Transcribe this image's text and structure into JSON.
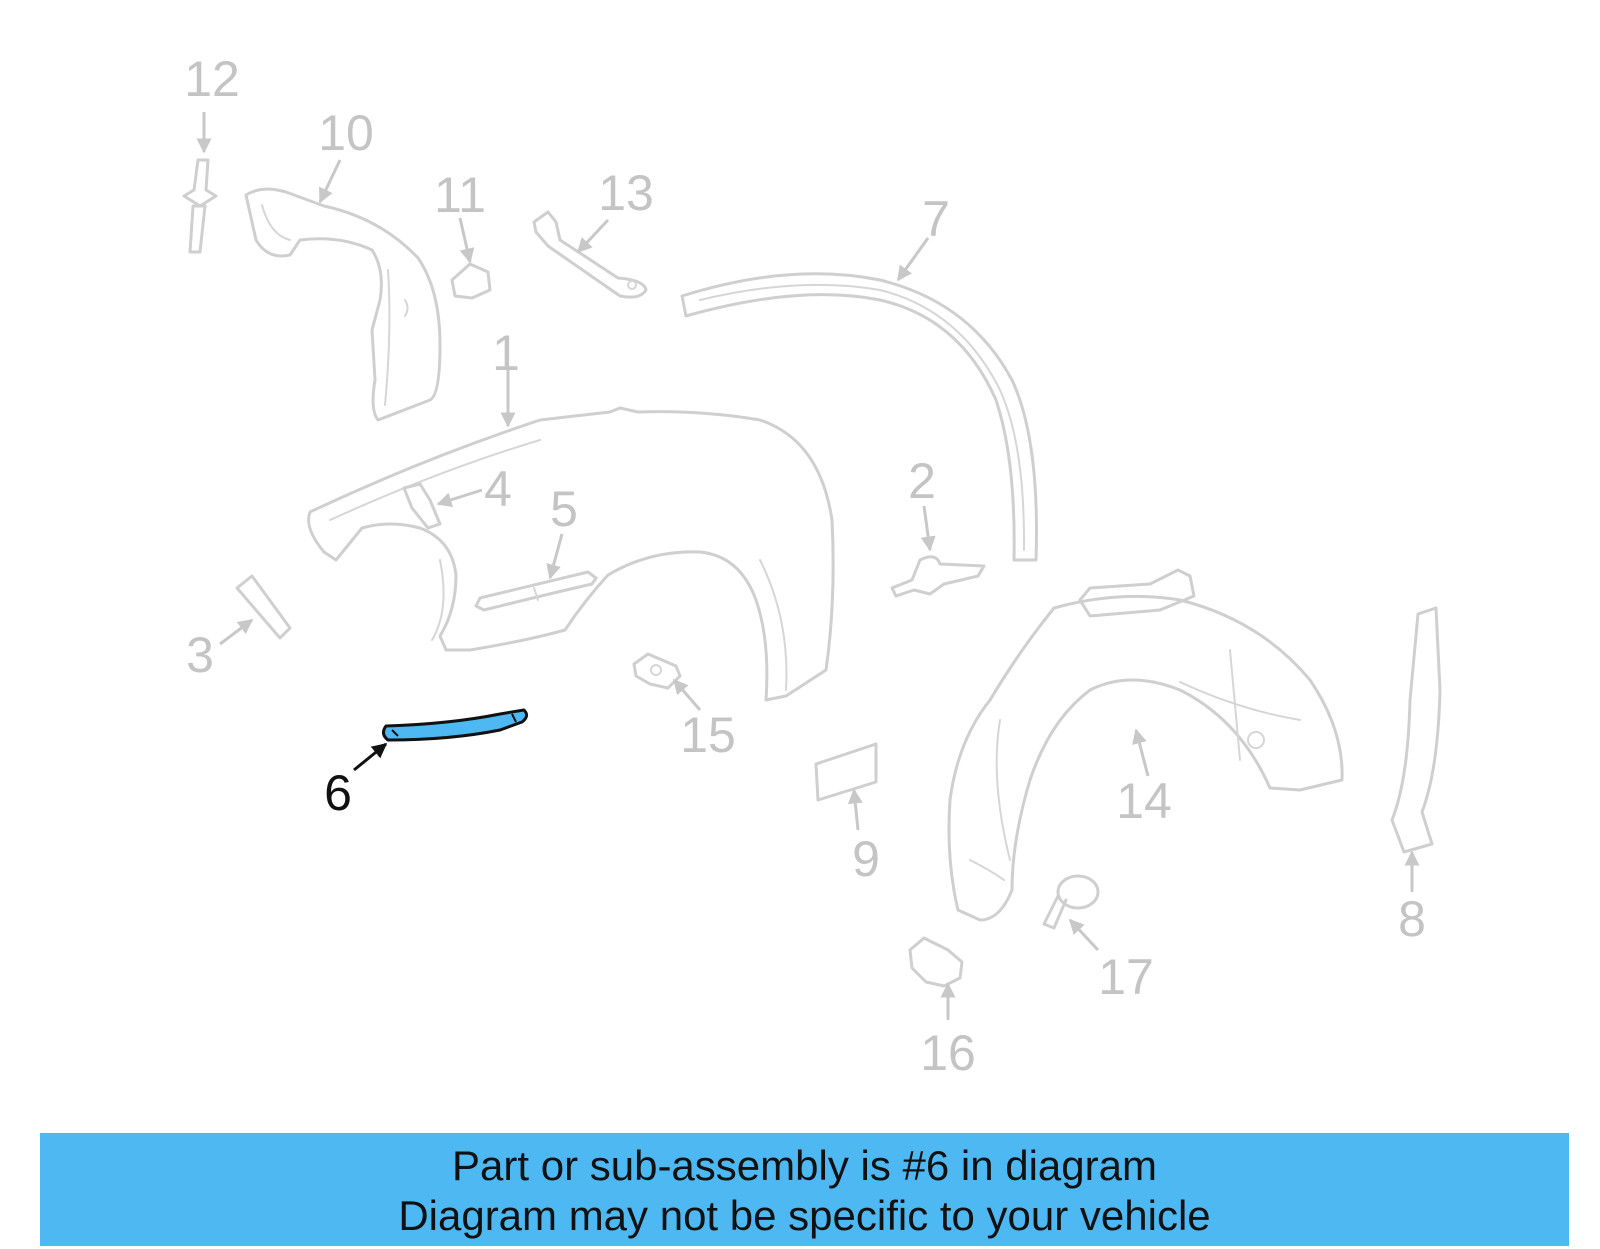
{
  "diagram": {
    "highlight_color": "#4db8f2",
    "part_color": "#cfcfcf",
    "label_color": "#c4c4c4",
    "highlighted_part": "6",
    "labels": [
      "1",
      "2",
      "3",
      "4",
      "5",
      "6",
      "7",
      "8",
      "9",
      "10",
      "11",
      "12",
      "13",
      "14",
      "15",
      "16",
      "17"
    ]
  },
  "banner": {
    "line1": "Part or sub-assembly is #6 in diagram",
    "line2": "Diagram may not be specific to your vehicle"
  }
}
